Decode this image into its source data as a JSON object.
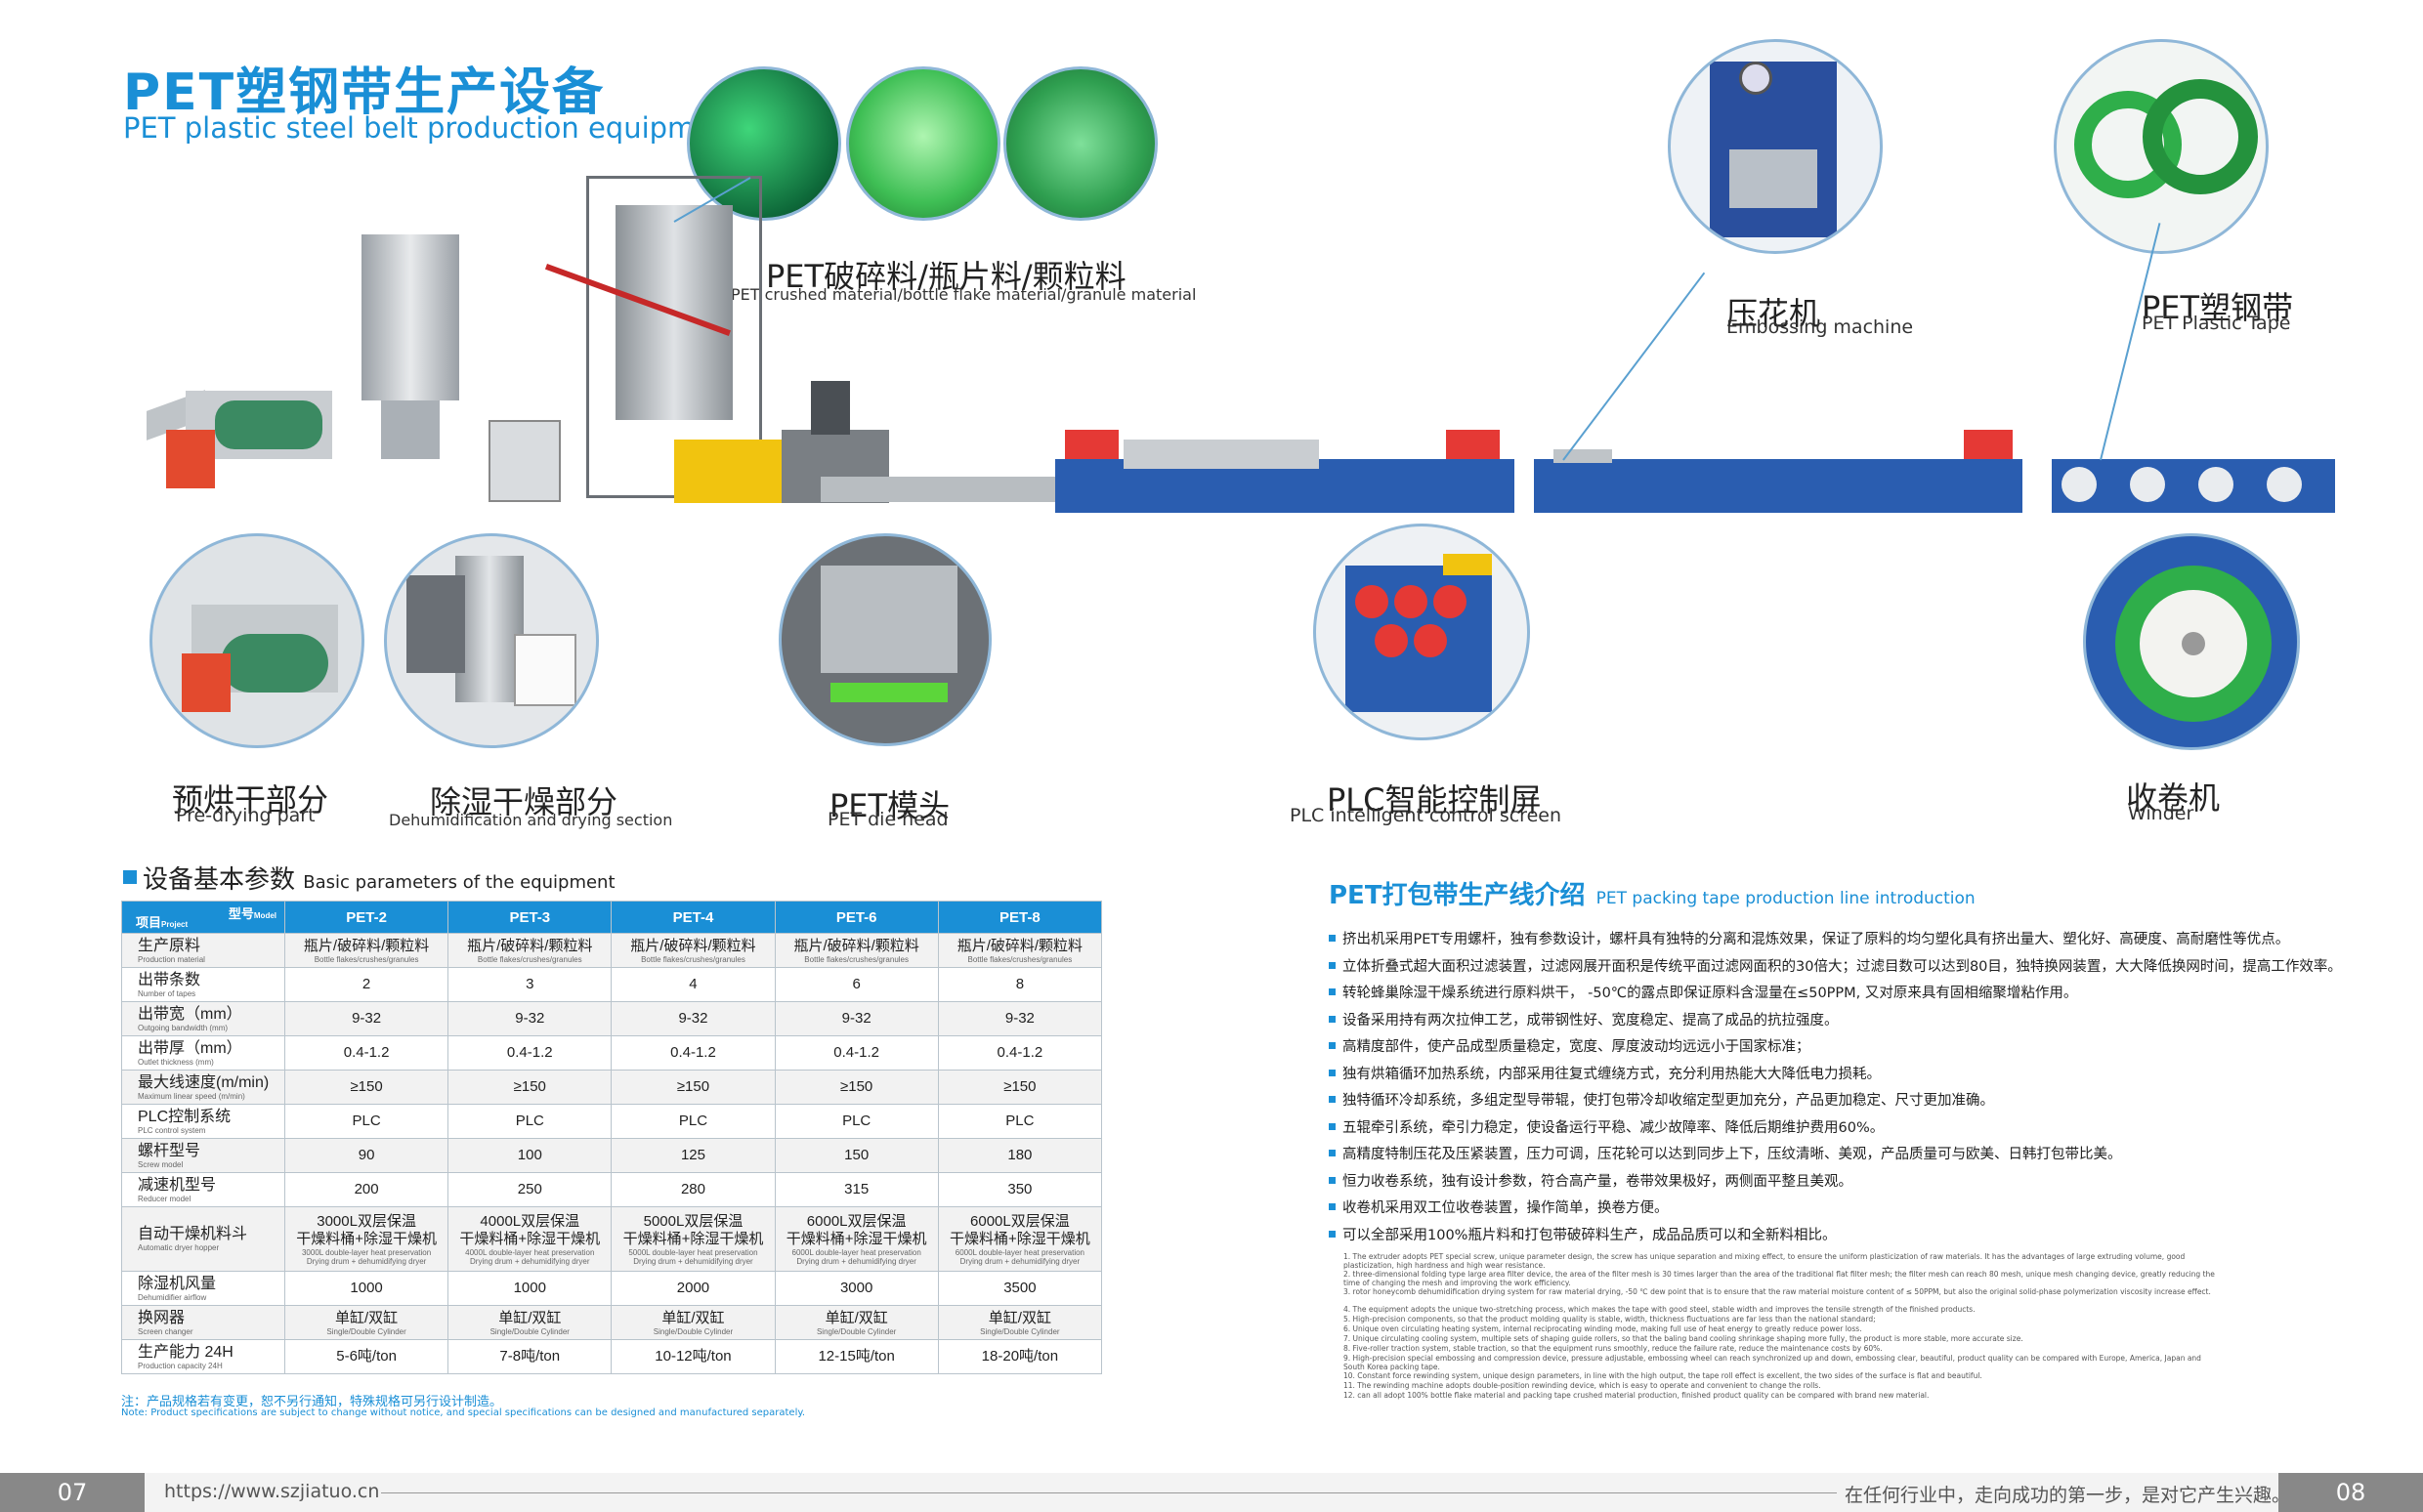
{
  "header": {
    "title_cn": "PET塑钢带生产设备",
    "title_en": "PET plastic steel belt production equipment"
  },
  "labels": {
    "material": {
      "cn": "PET破碎料/瓶片料/颗粒料",
      "en": "PET crushed material/bottle flake material/granule material"
    },
    "embossing": {
      "cn": "压花机",
      "en": "Embossing machine"
    },
    "tape": {
      "cn": "PET塑钢带",
      "en": "PET Plastic Tape"
    },
    "predry": {
      "cn": "预烘干部分",
      "en": "Pre-drying part"
    },
    "dehumid": {
      "cn": "除湿干燥部分",
      "en": "Dehumidification and drying section"
    },
    "die": {
      "cn": "PET模头",
      "en": "PET die head"
    },
    "plc": {
      "cn": "PLC智能控制屏",
      "en": "PLC intelligent control screen"
    },
    "winder": {
      "cn": "收卷机",
      "en": "Winder"
    }
  },
  "params": {
    "heading_cn": "设备基本参数",
    "heading_en": "Basic parameters of the equipment",
    "corner_model_cn": "型号",
    "corner_model_en": "Model",
    "corner_project_cn": "项目",
    "corner_project_en": "Project",
    "models": [
      "PET-2",
      "PET-3",
      "PET-4",
      "PET-6",
      "PET-8"
    ],
    "rows": [
      {
        "cn": "生产原料",
        "en": "Production material",
        "cells": [
          {
            "cn": "瓶片/破碎料/颗粒料",
            "en": "Bottle flakes/crushes/granules"
          },
          {
            "cn": "瓶片/破碎料/颗粒料",
            "en": "Bottle flakes/crushes/granules"
          },
          {
            "cn": "瓶片/破碎料/颗粒料",
            "en": "Bottle flakes/crushes/granules"
          },
          {
            "cn": "瓶片/破碎料/颗粒料",
            "en": "Bottle flakes/crushes/granules"
          },
          {
            "cn": "瓶片/破碎料/颗粒料",
            "en": "Bottle flakes/crushes/granules"
          }
        ]
      },
      {
        "cn": "出带条数",
        "en": "Number of tapes",
        "cells": [
          {
            "cn": "2"
          },
          {
            "cn": "3"
          },
          {
            "cn": "4"
          },
          {
            "cn": "6"
          },
          {
            "cn": "8"
          }
        ]
      },
      {
        "cn": "出带宽（mm）",
        "en": "Outgoing bandwidth (mm)",
        "cells": [
          {
            "cn": "9-32"
          },
          {
            "cn": "9-32"
          },
          {
            "cn": "9-32"
          },
          {
            "cn": "9-32"
          },
          {
            "cn": "9-32"
          }
        ]
      },
      {
        "cn": "出带厚（mm）",
        "en": "Outlet thickness (mm)",
        "cells": [
          {
            "cn": "0.4-1.2"
          },
          {
            "cn": "0.4-1.2"
          },
          {
            "cn": "0.4-1.2"
          },
          {
            "cn": "0.4-1.2"
          },
          {
            "cn": "0.4-1.2"
          }
        ]
      },
      {
        "cn": "最大线速度(m/min)",
        "en": "Maximum linear speed (m/min)",
        "cells": [
          {
            "cn": "≥150"
          },
          {
            "cn": "≥150"
          },
          {
            "cn": "≥150"
          },
          {
            "cn": "≥150"
          },
          {
            "cn": "≥150"
          }
        ]
      },
      {
        "cn": "PLC控制系统",
        "en": "PLC control system",
        "cells": [
          {
            "cn": "PLC"
          },
          {
            "cn": "PLC"
          },
          {
            "cn": "PLC"
          },
          {
            "cn": "PLC"
          },
          {
            "cn": "PLC"
          }
        ]
      },
      {
        "cn": "螺杆型号",
        "en": "Screw model",
        "cells": [
          {
            "cn": "90"
          },
          {
            "cn": "100"
          },
          {
            "cn": "125"
          },
          {
            "cn": "150"
          },
          {
            "cn": "180"
          }
        ]
      },
      {
        "cn": "减速机型号",
        "en": "Reducer model",
        "cells": [
          {
            "cn": "200"
          },
          {
            "cn": "250"
          },
          {
            "cn": "280"
          },
          {
            "cn": "315"
          },
          {
            "cn": "350"
          }
        ]
      },
      {
        "cn": "自动干燥机料斗",
        "en": "Automatic dryer hopper",
        "tall": true,
        "cells": [
          {
            "cn": "3000L双层保温",
            "cn2": "干燥料桶+除湿干燥机",
            "en": "3000L double-layer heat preservation",
            "en2": "Drying drum + dehumidifying dryer"
          },
          {
            "cn": "4000L双层保温",
            "cn2": "干燥料桶+除湿干燥机",
            "en": "4000L double-layer heat preservation",
            "en2": "Drying drum + dehumidifying dryer"
          },
          {
            "cn": "5000L双层保温",
            "cn2": "干燥料桶+除湿干燥机",
            "en": "5000L double-layer heat preservation",
            "en2": "Drying drum + dehumidifying dryer"
          },
          {
            "cn": "6000L双层保温",
            "cn2": "干燥料桶+除湿干燥机",
            "en": "6000L double-layer heat preservation",
            "en2": "Drying drum + dehumidifying dryer"
          },
          {
            "cn": "6000L双层保温",
            "cn2": "干燥料桶+除湿干燥机",
            "en": "6000L double-layer heat preservation",
            "en2": "Drying drum + dehumidifying dryer"
          }
        ]
      },
      {
        "cn": "除湿机风量",
        "en": "Dehumidifier airflow",
        "cells": [
          {
            "cn": "1000"
          },
          {
            "cn": "1000"
          },
          {
            "cn": "2000"
          },
          {
            "cn": "3000"
          },
          {
            "cn": "3500"
          }
        ]
      },
      {
        "cn": "换网器",
        "en": "Screen changer",
        "cells": [
          {
            "cn": "单缸/双缸",
            "en": "Single/Double Cylinder"
          },
          {
            "cn": "单缸/双缸",
            "en": "Single/Double Cylinder"
          },
          {
            "cn": "单缸/双缸",
            "en": "Single/Double Cylinder"
          },
          {
            "cn": "单缸/双缸",
            "en": "Single/Double Cylinder"
          },
          {
            "cn": "单缸/双缸",
            "en": "Single/Double Cylinder"
          }
        ]
      },
      {
        "cn": "生产能力 24H",
        "en": "Production capacity 24H",
        "cells": [
          {
            "cn": "5-6吨/ton"
          },
          {
            "cn": "7-8吨/ton"
          },
          {
            "cn": "10-12吨/ton"
          },
          {
            "cn": "12-15吨/ton"
          },
          {
            "cn": "18-20吨/ton"
          }
        ]
      }
    ],
    "note_cn": "注：产品规格若有变更，恕不另行通知，特殊规格可另行设计制造。",
    "note_en": "Note: Product specifications are subject to change without notice, and special specifications can be designed and manufactured separately."
  },
  "intro": {
    "heading_cn": "PET打包带生产线介绍",
    "heading_en": "PET packing tape production line introduction",
    "items": [
      "挤出机采用PET专用螺杆，独有参数设计，螺杆具有独特的分离和混炼效果，保证了原料的均匀塑化具有挤出量大、塑化好、高硬度、高耐磨性等优点。",
      "立体折叠式超大面积过滤装置，过滤网展开面积是传统平面过滤网面积的30倍大；过滤目数可以达到80目，独特换网装置，大大降低换网时间，提高工作效率。",
      "转轮蜂巢除湿干燥系统进行原料烘干， -50℃的露点即保证原料含湿量在≤50PPM, 又对原来具有固相缩聚增粘作用。",
      "设备采用持有两次拉伸工艺，成带钢性好、宽度稳定、提高了成品的抗拉强度。",
      "高精度部件，使产品成型质量稳定，宽度、厚度波动均远远小于国家标准；",
      "独有烘箱循环加热系统，内部采用往复式缠绕方式，充分利用热能大大降低电力损耗。",
      "独特循环冷却系统，多组定型导带辊，使打包带冷却收缩定型更加充分，产品更加稳定、尺寸更加准确。",
      "五辊牵引系统，牵引力稳定，使设备运行平稳、减少故障率、降低后期维护费用60%。",
      "高精度特制压花及压紧装置，压力可调，压花轮可以达到同步上下，压纹清晰、美观，产品质量可与欧美、日韩打包带比美。",
      "恒力收卷系统，独有设计参数，符合高产量，卷带效果极好，两侧面平整且美观。",
      "收卷机采用双工位收卷装置，操作简单，换卷方便。",
      "可以全部采用100%瓶片料和打包带破碎料生产，成品品质可以和全新料相比。"
    ],
    "notes_en": [
      "1. The extruder adopts PET special screw, unique parameter design, the screw has unique separation and mixing effect, to ensure the uniform plasticization of raw materials. It has the advantages of large extruding volume, good plasticization, high hardness and high wear resistance.",
      "2. three-dimensional folding type large area filter device, the area of the filter mesh is 30 times larger than the area of the traditional flat filter mesh; the filter mesh can reach 80 mesh, unique mesh changing device, greatly reducing the time of changing the mesh and improving the work efficiency.",
      "3. rotor honeycomb dehumidification drying system for raw material drying, -50 ℃ dew point that is to ensure that the raw material moisture content of ≤ 50PPM, but also the original solid-phase polymerization viscosity increase effect.",
      "4. The equipment adopts the unique two-stretching process, which makes the tape with good steel, stable width and improves the tensile strength of the finished products.",
      "5. High-precision components, so that the product molding quality is stable, width, thickness fluctuations are far less than the national standard;",
      "6. Unique oven circulating heating system, internal reciprocating winding mode, making full use of heat energy to greatly reduce power loss.",
      "7. Unique circulating cooling system, multiple sets of shaping guide rollers, so that the baling band cooling shrinkage shaping more fully, the product is more stable, more accurate size.",
      "8. Five-roller traction system, stable traction, so that the equipment runs smoothly, reduce the failure rate, reduce the maintenance costs by 60%.",
      "9. High-precision special embossing and compression device, pressure adjustable, embossing wheel can reach synchronized up and down, embossing clear, beautiful, product quality can be compared with Europe, America, Japan and South Korea packing tape.",
      "10. Constant force rewinding system, unique design parameters, in line with the high output, the tape roll effect is excellent, the two sides of the surface is flat and beautiful.",
      "11. The rewinding machine adopts double-position rewinding device, which is easy to operate and convenient to change the rolls.",
      "12. can all adopt 100% bottle flake material and packing tape crushed material production, finished product quality can be compared with brand new material."
    ]
  },
  "footer": {
    "page_left": "07",
    "url": "https://www.szjiatuo.cn",
    "slogan": "在任何行业中，走向成功的第一步，是对它产生兴趣。",
    "page_right": "08"
  },
  "colors": {
    "accent": "#1a8fd6",
    "machine_blue": "#2a5db0",
    "tape_green": "#2fae4a"
  }
}
